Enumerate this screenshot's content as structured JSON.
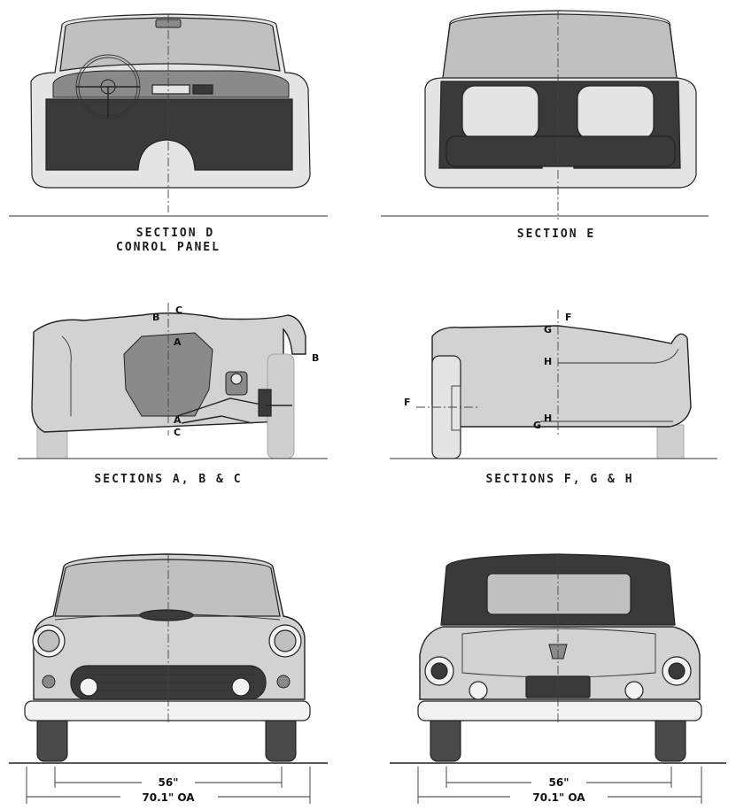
{
  "sections": {
    "d": {
      "title": "SECTION  D",
      "subtitle": "CONROL PANEL"
    },
    "e": {
      "title": "SECTION  E"
    },
    "abc": {
      "title": "SECTIONS   A, B & C"
    },
    "fgh": {
      "title": "SECTIONS   F, G & H"
    }
  },
  "markers": {
    "a": "A",
    "b": "B",
    "c": "C",
    "f": "F",
    "g": "G",
    "h": "H"
  },
  "dimensions": {
    "front_track": "56\"",
    "front_overall": "70.1\" OA",
    "rear_track": "56\"",
    "rear_overall": "70.1\" OA"
  }
}
